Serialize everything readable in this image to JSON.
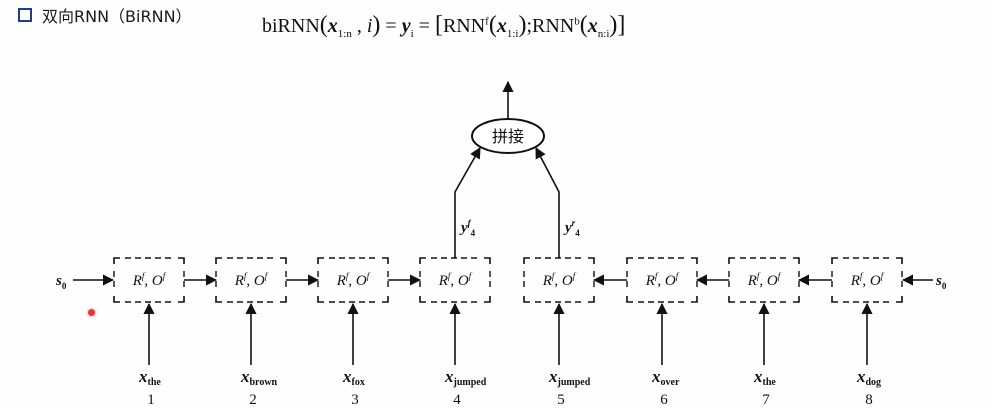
{
  "heading": {
    "text": "双向RNN（BiRNN）"
  },
  "formula": {
    "lhs_fn": "biRNN",
    "lhs_x": "x",
    "lhs_x_sub": "1:n",
    "lhs_i": "i",
    "y": "y",
    "y_sub": "i",
    "rnn": "RNN",
    "sup_f": "f",
    "x1": "x",
    "x1_sub": "1:i",
    "sup_b": "b",
    "xn": "x",
    "xn_sub": "n:i"
  },
  "diagram": {
    "concat_label": "拼接",
    "cell_label_R": "R",
    "cell_label_O": "O",
    "cell_sup": "f",
    "cell_sep": ", ",
    "initial_state": "s",
    "initial_state_sub": "0",
    "forward_output": {
      "base": "y",
      "sup": "f",
      "sub": "4"
    },
    "backward_output": {
      "base": "y",
      "sup": "r",
      "sub": "4"
    },
    "input_base": "x",
    "inputs": [
      {
        "word": "the",
        "pos": "1"
      },
      {
        "word": "brown",
        "pos": "2"
      },
      {
        "word": "fox",
        "pos": "3"
      },
      {
        "word": "jumped",
        "pos": "4"
      },
      {
        "word": "jumped",
        "pos": "5"
      },
      {
        "word": "over",
        "pos": "6"
      },
      {
        "word": "the",
        "pos": "7"
      },
      {
        "word": "dog",
        "pos": "8"
      }
    ]
  }
}
